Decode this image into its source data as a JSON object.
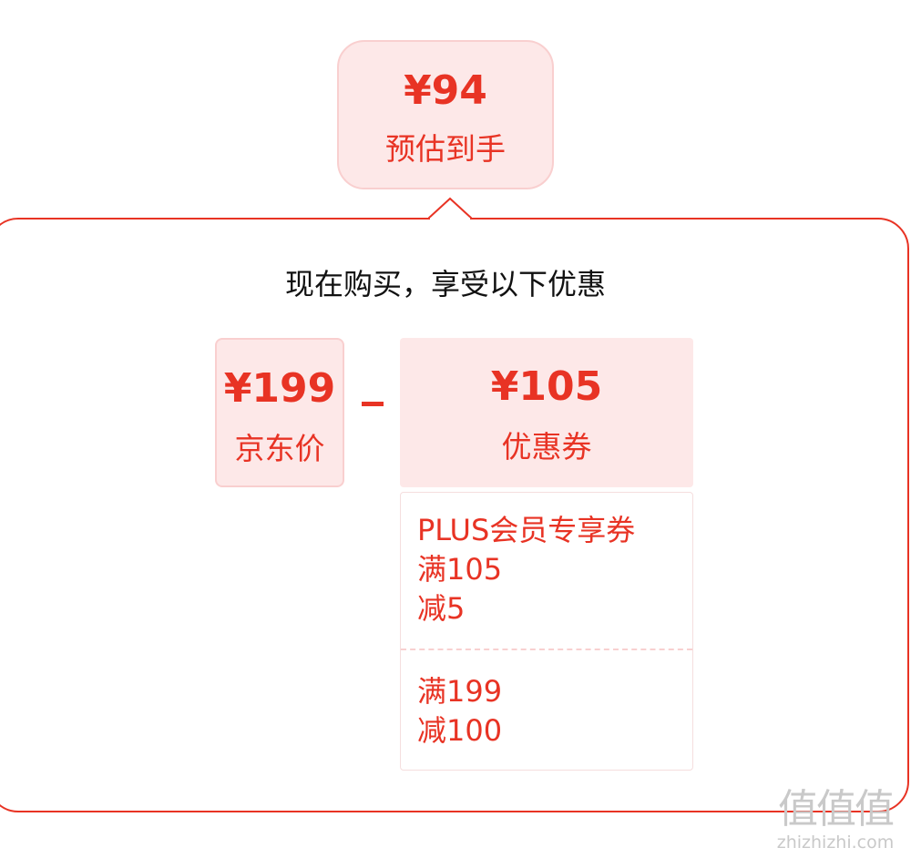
{
  "estimate": {
    "price": "¥94",
    "label": "预估到手"
  },
  "panel": {
    "title": "现在购买，享受以下优惠"
  },
  "jd_price": {
    "price": "¥199",
    "label": "京东价"
  },
  "operator": "minus",
  "coupon": {
    "price": "¥105",
    "label": "优惠券"
  },
  "coupon_details": [
    {
      "lines": [
        "PLUS会员专享券",
        "满105",
        "减5"
      ]
    },
    {
      "lines": [
        "满199",
        "减100"
      ]
    }
  ],
  "watermark": {
    "logo": "值值值",
    "url": "zhizhizhi.com"
  },
  "colors": {
    "accent": "#e83324",
    "tint_bg": "#fde8e8",
    "tint_border": "#f9cfcf",
    "watermark": "#c9c9c9"
  }
}
